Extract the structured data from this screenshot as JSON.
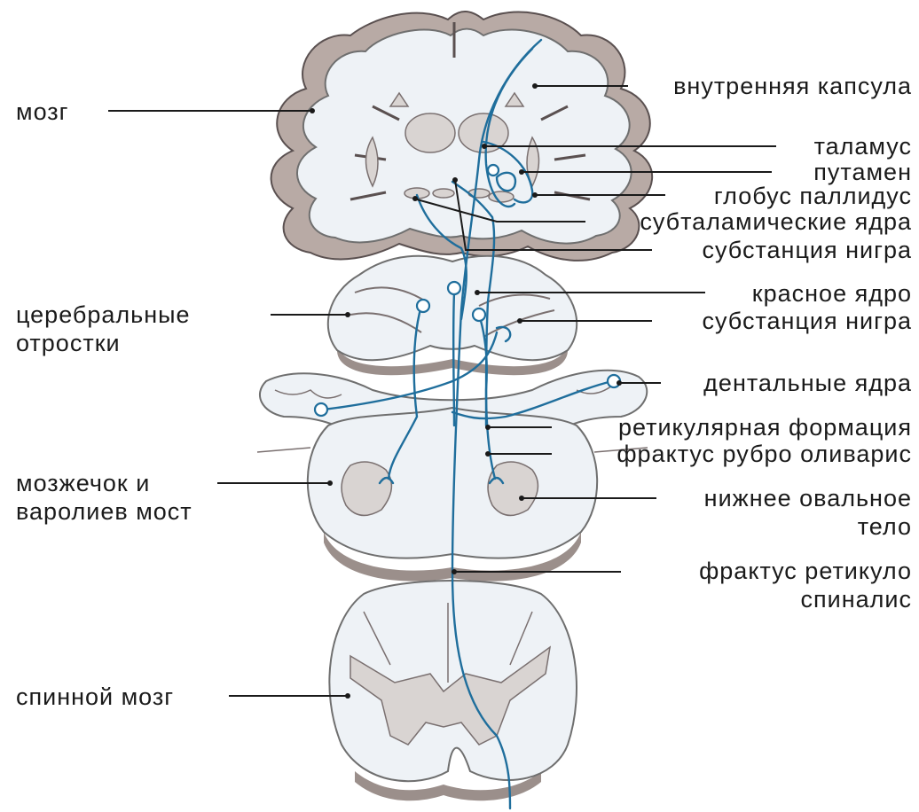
{
  "labels": {
    "left": {
      "brain": "мозг",
      "cerebral_peduncles_1": "церебральные",
      "cerebral_peduncles_2": "отростки",
      "cerebellum_pons_1": "мозжечок и",
      "cerebellum_pons_2": "варолиев мост",
      "spinal_cord": "спинной мозг"
    },
    "right": {
      "internal_capsule": "внутренняя капсула",
      "thalamus": "таламус",
      "putamen": "путамен",
      "globus_pallidus": "глобус паллидус",
      "subthalamic_nuclei": "субталамические ядра",
      "substantia_nigra_1": "субстанция нигра",
      "red_nucleus": "красное ядро",
      "substantia_nigra_2": "субстанция нигра",
      "dentate_nuclei": "дентальные ядра",
      "reticular_formation": "ретикулярная формация",
      "rubro_olivary_tract": "фрактус рубро оливарис",
      "inferior_olive_1": "нижнее овальное",
      "inferior_olive_2": "тело",
      "reticulospinal_tract_1": "фрактус ретикуло",
      "reticulospinal_tract_2": "спиналис"
    }
  },
  "colors": {
    "pathway": "#1f6e9c",
    "cortex": "#b8aaa5",
    "tissue": "#eef2f6",
    "text": "#1a1a1a"
  }
}
